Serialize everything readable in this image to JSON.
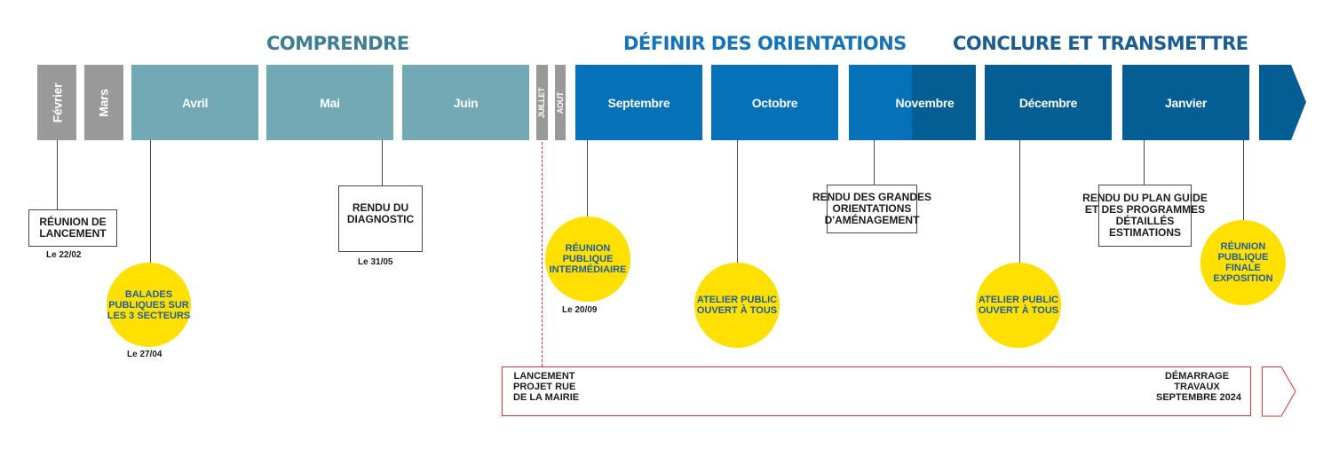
{
  "phases": {
    "comprendre": "COMPRENDRE",
    "definir": "DÉFINIR DES ORIENTATIONS",
    "conclure": "CONCLURE ET TRANSMETTRE"
  },
  "colors": {
    "grey": "#999999",
    "teal": "#72a9b4",
    "blue": "#0571b8",
    "dark_blue": "#045d93",
    "yellow": "#ffe000",
    "red": "#d9343a",
    "phase_title_teal": "#3d7d96",
    "phase_title_blue": "#1573b8",
    "phase_title_dark": "#1b5d93"
  },
  "months": {
    "fevrier": "Février",
    "mars": "Mars",
    "avril": "Avril",
    "mai": "Mai",
    "juin": "Juin",
    "juillet": "JUILLET",
    "aout": "AOUT",
    "septembre": "Septembre",
    "octobre": "Octobre",
    "novembre": "Novembre",
    "decembre": "Décembre",
    "janvier": "Janvier"
  },
  "events": {
    "reunion_lancement": [
      "RÉUNION DE",
      "LANCEMENT"
    ],
    "reunion_lancement_date": "Le 22/02",
    "balades": [
      "BALADES",
      "PUBLIQUES SUR",
      "LES 3 SECTEURS"
    ],
    "balades_date": "Le 27/04",
    "rendu_diagnostic": [
      "RENDU DU",
      "DIAGNOSTIC"
    ],
    "rendu_diagnostic_date": "Le 31/05",
    "reunion_intermediaire": [
      "RÉUNION",
      "PUBLIQUE",
      "INTERMÉDIAIRE"
    ],
    "reunion_intermediaire_date": "Le 20/09",
    "atelier_octobre": [
      "ATELIER PUBLIC",
      "OUVERT À TOUS"
    ],
    "rendu_orientations": [
      "RENDU DES GRANDES",
      "ORIENTATIONS",
      "D'AMÉNAGEMENT"
    ],
    "atelier_decembre": [
      "ATELIER PUBLIC",
      "OUVERT À TOUS"
    ],
    "rendu_plan_guide": [
      "RENDU DU PLAN GUIDE",
      "ET DES PROGRAMMES",
      "DÉTAILLÉS",
      "ESTIMATIONS"
    ],
    "reunion_finale": [
      "RÉUNION",
      "PUBLIQUE",
      "FINALE",
      "EXPOSITION"
    ]
  },
  "travaux": {
    "start": [
      "LANCEMENT",
      "PROJET RUE",
      "DE LA MAIRIE"
    ],
    "end": [
      "DÉMARRAGE",
      "TRAVAUX",
      "SEPTEMBRE 2024"
    ]
  }
}
